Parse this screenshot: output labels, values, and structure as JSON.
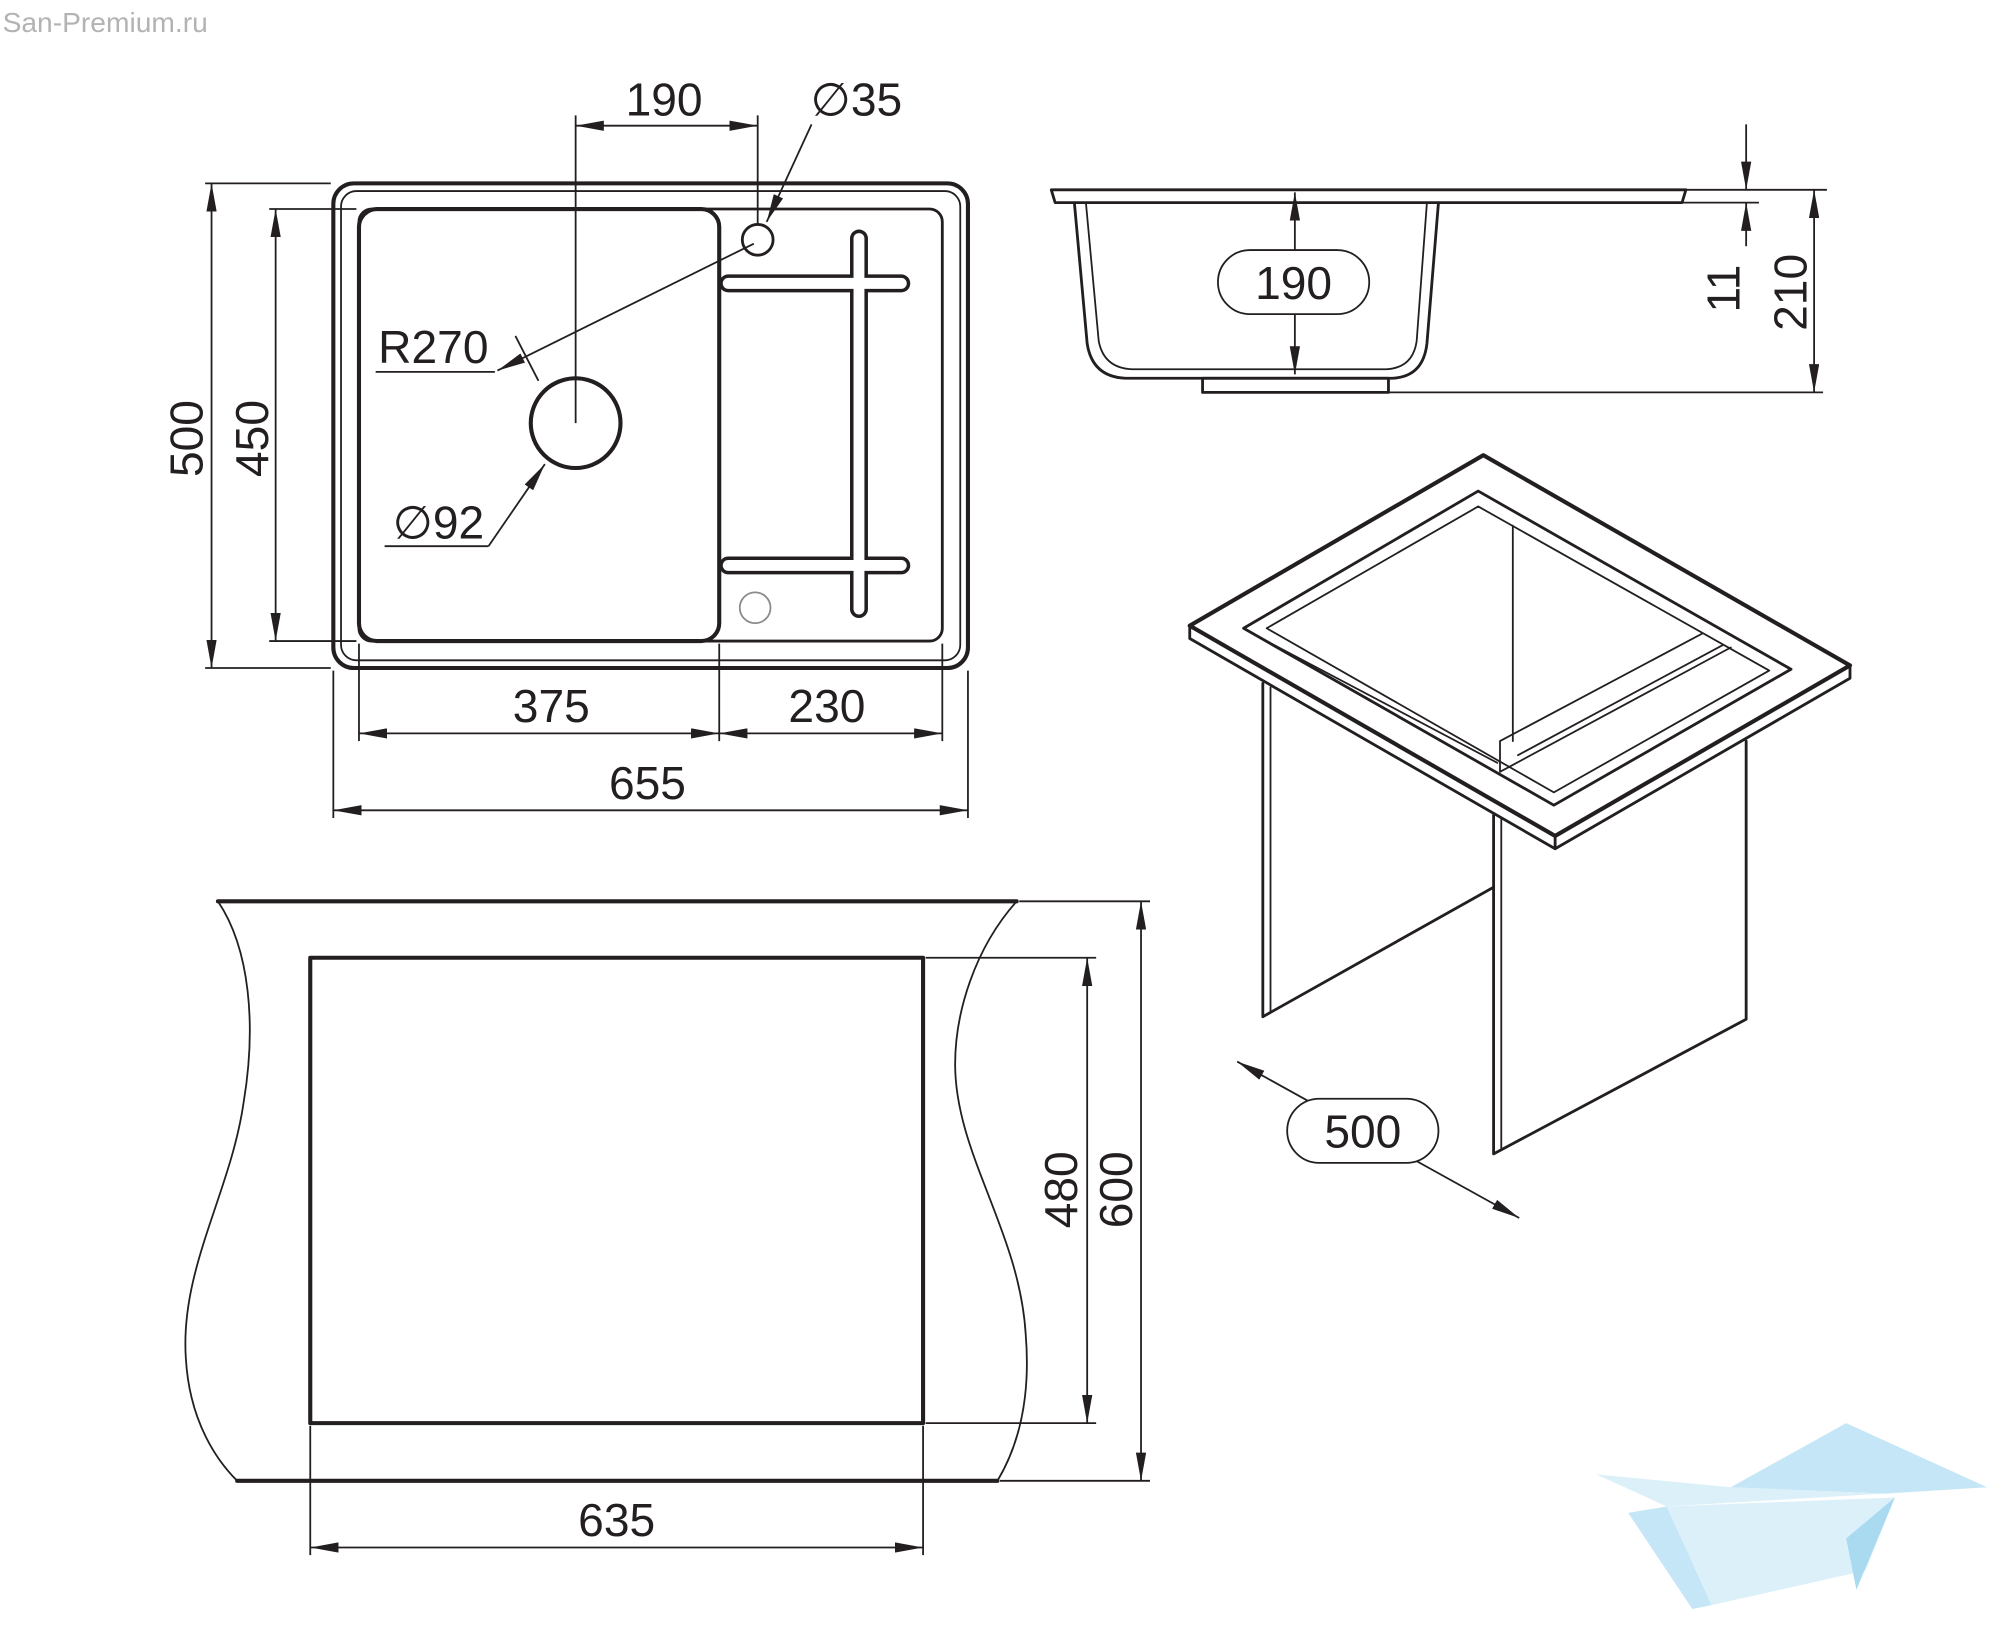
{
  "watermark": "San-Premium.ru",
  "top_view": {
    "dim_190": "190",
    "dim_d35": "∅35",
    "dim_r270": "R270",
    "dim_d92": "∅92",
    "dim_500": "500",
    "dim_450": "450",
    "dim_375": "375",
    "dim_230": "230",
    "dim_655": "655"
  },
  "side_view": {
    "dim_190": "190",
    "dim_11": "11",
    "dim_210": "210"
  },
  "iso_view": {
    "dim_500": "500"
  },
  "cutout_view": {
    "dim_480": "480",
    "dim_600": "600",
    "dim_635": "635"
  },
  "icons": {
    "logo": "san-premium-logo"
  },
  "colors": {
    "line": "#231f20",
    "watermark": "#b3b3b3",
    "logo_light": "#dcf0fa",
    "logo_mid": "#c4e6f6",
    "logo_dark": "#a9daf0"
  }
}
